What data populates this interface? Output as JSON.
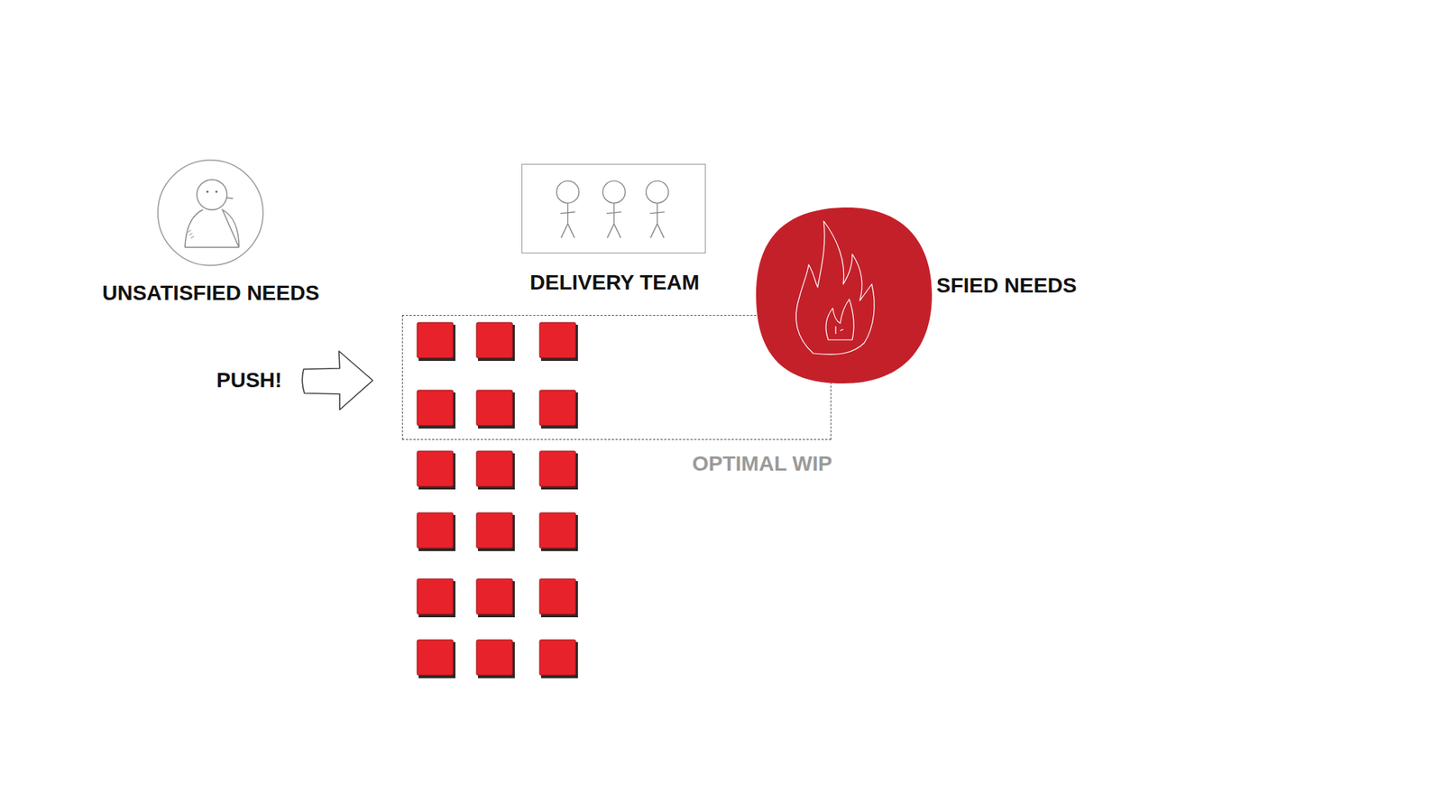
{
  "diagram": {
    "nodes": [
      {
        "text": [
          "UNSATISFIED NEEDS"
        ]
      },
      {
        "text": [
          "DELIVERY TEAM"
        ]
      },
      {
        "text": [
          "OPTIMAL WIP"
        ]
      },
      {
        "text": [
          "SFIED NEEDS"
        ]
      }
    ],
    "labels": [
      "PUSH!"
    ]
  }
}
